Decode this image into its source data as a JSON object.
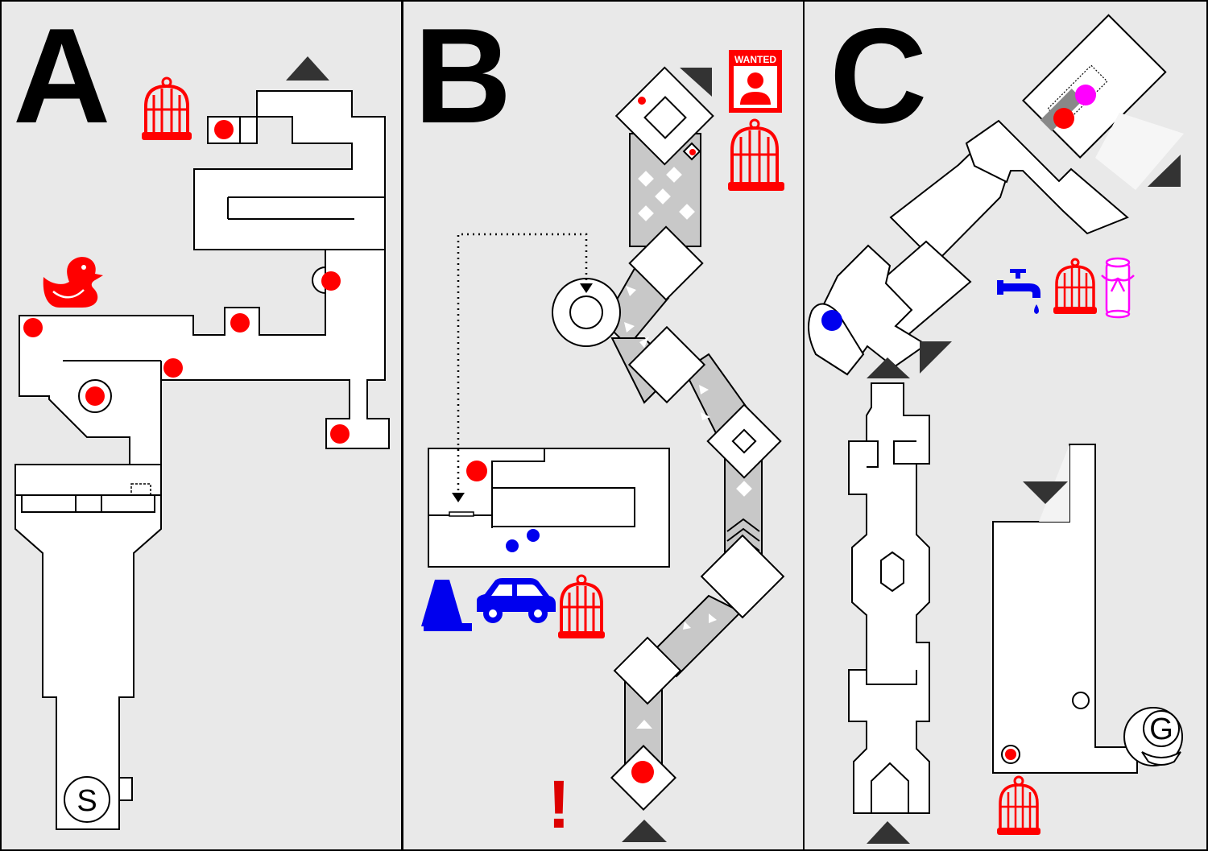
{
  "panels": [
    {
      "label": "A"
    },
    {
      "label": "B"
    },
    {
      "label": "C"
    }
  ],
  "markers": {
    "start": "S",
    "goal": "G",
    "alert": "!"
  },
  "wanted_poster": {
    "text": "WANTED"
  },
  "colors": {
    "background": "#e9e9e9",
    "room": "#ffffff",
    "corridor": "#c8c8c8",
    "collectible": "#ff0000",
    "secondary": "#0000ee",
    "special": "#ff00ff",
    "arrow": "#333333"
  },
  "icons": {
    "A": [
      "birdcage-icon",
      "rubber-duck-icon"
    ],
    "B": [
      "wanted-poster-icon",
      "birdcage-icon",
      "traffic-cone-icon",
      "car-icon",
      "birdcage-icon",
      "exclamation-icon"
    ],
    "C": [
      "water-tap-icon",
      "birdcage-icon",
      "scroll-icon",
      "birdcage-icon"
    ]
  }
}
